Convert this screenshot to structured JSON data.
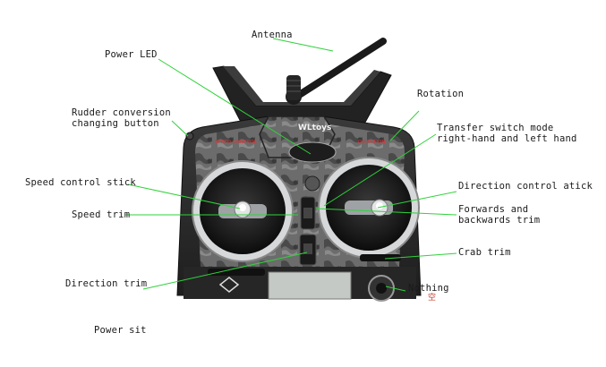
{
  "brand": "WLtoys",
  "panel_left_text": "SPEED CONTROL",
  "panel_right_text": "DIRECTION",
  "labels": {
    "antenna": "Antenna",
    "power_led": "Power LED",
    "rotation": "Rotation",
    "rudder": "Rudder conversion\nchanging button",
    "transfer": "Transfer switch mode\nright-hand and left hand",
    "speed_stick": "Speed control stick",
    "direction_stick": "Direction control atick",
    "speed_trim": "Speed trim",
    "forwards_trim": "Forwards and\nbackwards trim",
    "crab_trim": "Crab trim",
    "direction_trim": "Direction trim",
    "nothing": "Nothing",
    "nothing_glyph": "空",
    "power_switch": "Power sit"
  },
  "colors": {
    "leader_line": "#2fd23a",
    "body_dark": "#2b2b2b",
    "camo": "#6e6e6e",
    "chrome": "#cfd2d4"
  }
}
